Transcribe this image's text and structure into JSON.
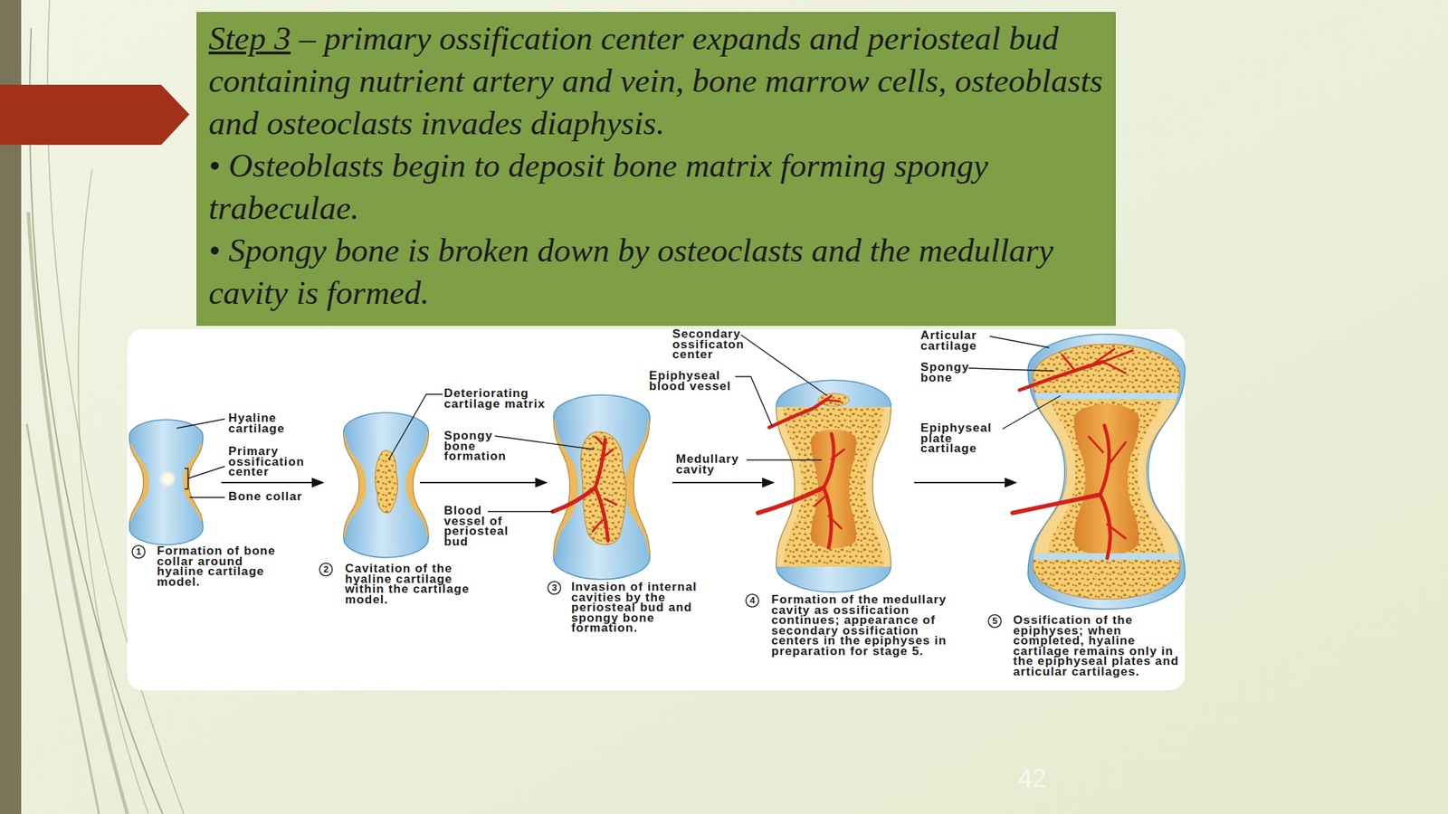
{
  "diagram": {
    "nodes": [
      {
        "text": [
          "Step 3",
          "– primary ossification center expands and periosteal bud containing nutrient artery and vein, bone marrow cells, osteoblasts and osteoclasts invades diaphysis.",
          "• Osteoblasts begin to deposit bone matrix forming spongy trabeculae.",
          "• Spongy bone is broken down by osteoclasts and the medullary cavity is formed."
        ]
      }
    ],
    "labels": [
      "Hyaline cartilage",
      "Primary ossification center",
      "Bone collar",
      "1",
      "Formation of bone collar around hyaline cartilage model.",
      "Deteriorating cartilage matrix",
      "Spongy bone formation",
      "Blood vessel of periosteal bud",
      "2",
      "Cavitation of the hyaline cartilage within the cartilage model.",
      "3",
      "Invasion of internal cavities by the periosteal bud and spongy bone formation.",
      "Secondary ossificaton center",
      "Epiphyseal blood vessel",
      "Medullary cavity",
      "4",
      "Formation of the medullary cavity as ossification continues; appearance of secondary ossification centers in the epiphyses in preparation for stage 5.",
      "Articular cartilage",
      "Spongy bone",
      "Epiphyseal plate cartilage",
      "5",
      "Ossification of the epiphyses; when completed, hyaline cartilage remains only in the epiphyseal plates and articular cartilages.",
      "42"
    ]
  }
}
